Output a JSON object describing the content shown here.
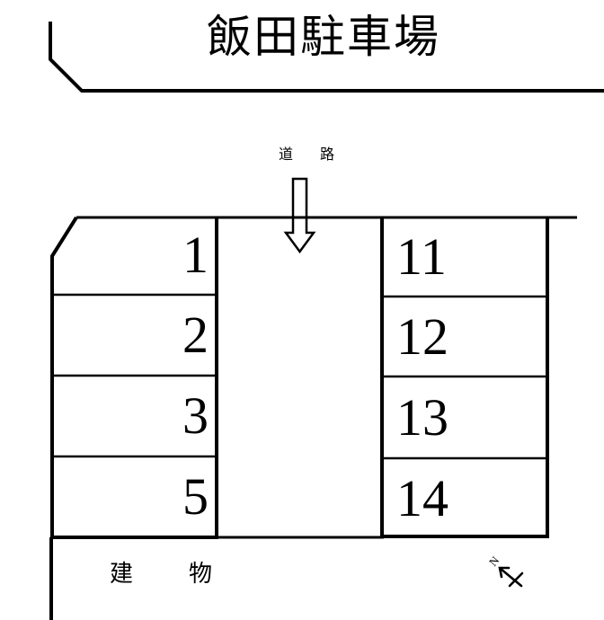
{
  "page": {
    "title": "飯田駐車場",
    "background_color": "#ffffff",
    "line_color": "#000000"
  },
  "labels": {
    "road": "道　路",
    "building": "建　物",
    "compass": "N"
  },
  "icons": {
    "road_arrow": "down-arrow-icon",
    "compass": "north-arrow-icon"
  },
  "parking": {
    "left_column": {
      "stalls": [
        {
          "number": "1"
        },
        {
          "number": "2"
        },
        {
          "number": "3"
        },
        {
          "number": "5"
        }
      ]
    },
    "right_column": {
      "stalls": [
        {
          "number": "11"
        },
        {
          "number": "12"
        },
        {
          "number": "13"
        },
        {
          "number": "14"
        }
      ]
    }
  }
}
